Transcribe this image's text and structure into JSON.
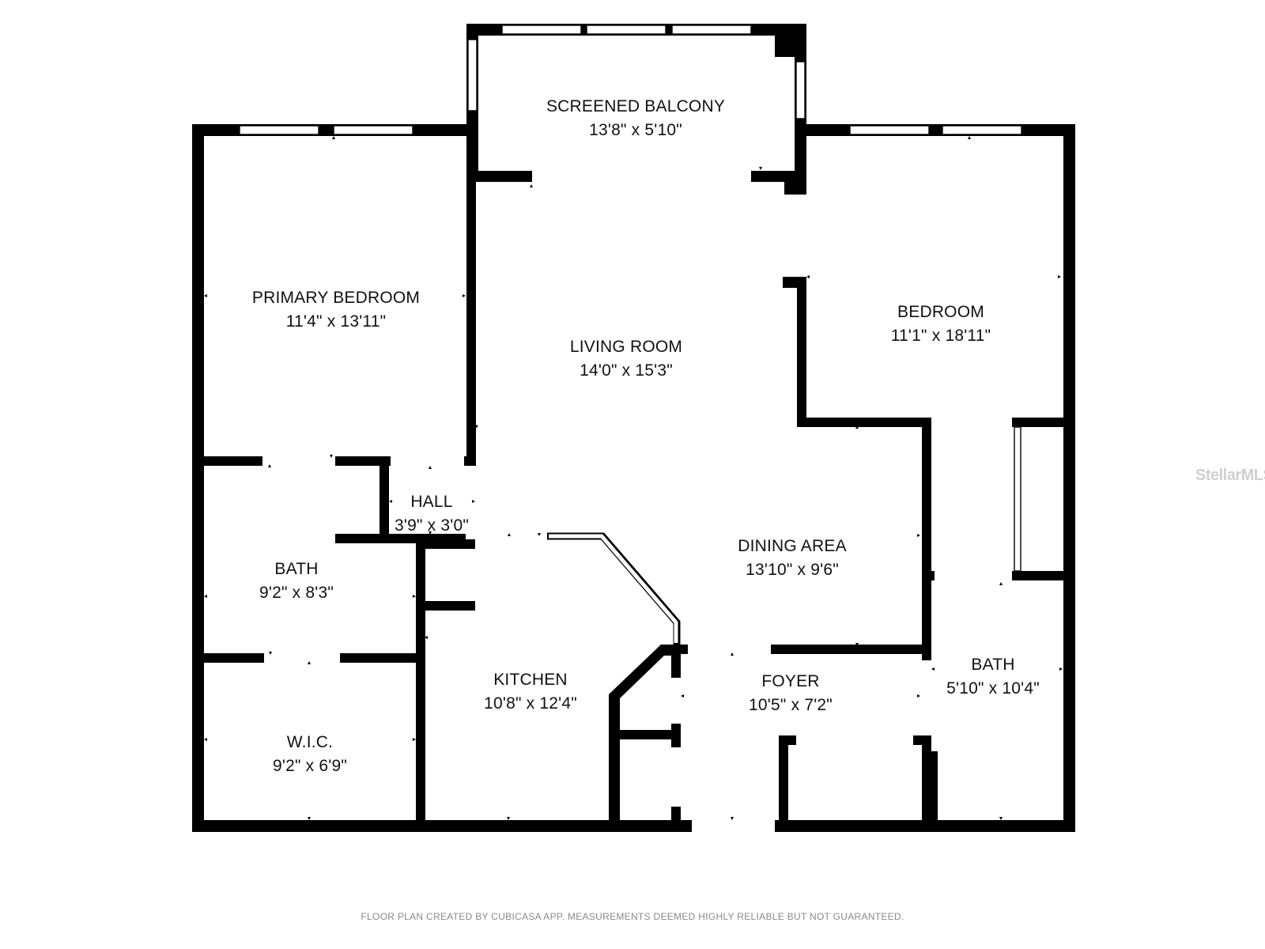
{
  "rooms": [
    {
      "id": "screened-balcony",
      "name": "SCREENED BALCONY",
      "dims": "13'8\" x 5'10\""
    },
    {
      "id": "primary-bedroom",
      "name": "PRIMARY BEDROOM",
      "dims": "11'4\" x 13'11\""
    },
    {
      "id": "living-room",
      "name": "LIVING ROOM",
      "dims": "14'0\" x 15'3\""
    },
    {
      "id": "bedroom",
      "name": "BEDROOM",
      "dims": "11'1\" x 18'11\""
    },
    {
      "id": "hall",
      "name": "HALL",
      "dims": "3'9\" x 3'0\""
    },
    {
      "id": "dining-area",
      "name": "DINING AREA",
      "dims": "13'10\" x 9'6\""
    },
    {
      "id": "bath-1",
      "name": "BATH",
      "dims": "9'2\" x 8'3\""
    },
    {
      "id": "kitchen",
      "name": "KITCHEN",
      "dims": "10'8\" x 12'4\""
    },
    {
      "id": "foyer",
      "name": "FOYER",
      "dims": "10'5\" x 7'2\""
    },
    {
      "id": "bath-2",
      "name": "BATH",
      "dims": "5'10\" x 10'4\""
    },
    {
      "id": "wic",
      "name": "W.I.C.",
      "dims": "9'2\" x 6'9\""
    }
  ],
  "footer": "FLOOR PLAN CREATED BY CUBICASA APP. MEASUREMENTS DEEMED HIGHLY RELIABLE BUT NOT GUARANTEED.",
  "watermark": "StellarMLS",
  "colors": {
    "wall": "#000000",
    "background": "#ffffff",
    "footer_text": "#8a8a8a"
  }
}
